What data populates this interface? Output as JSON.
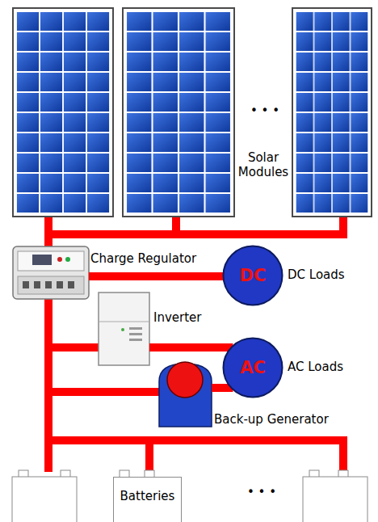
{
  "diagram": {
    "nodes": [
      {
        "text": [
          "Charge Regulator"
        ]
      },
      {
        "text": [
          "DC",
          "DC Loads"
        ]
      },
      {
        "text": [
          "Inverter"
        ]
      },
      {
        "text": [
          "AC",
          "AC Loads"
        ]
      },
      {
        "text": [
          "Back-up Generator"
        ]
      },
      {
        "text": [
          "Batteries"
        ]
      }
    ],
    "edges": [
      {
        "from": 0,
        "to": 1,
        "arrow": "none"
      },
      {
        "from": 2,
        "to": 3,
        "arrow": "none"
      },
      {
        "from": 4,
        "to": 3,
        "arrow": "none"
      }
    ],
    "labels": [
      "• • •",
      "Solar Modules",
      "• • •"
    ]
  }
}
